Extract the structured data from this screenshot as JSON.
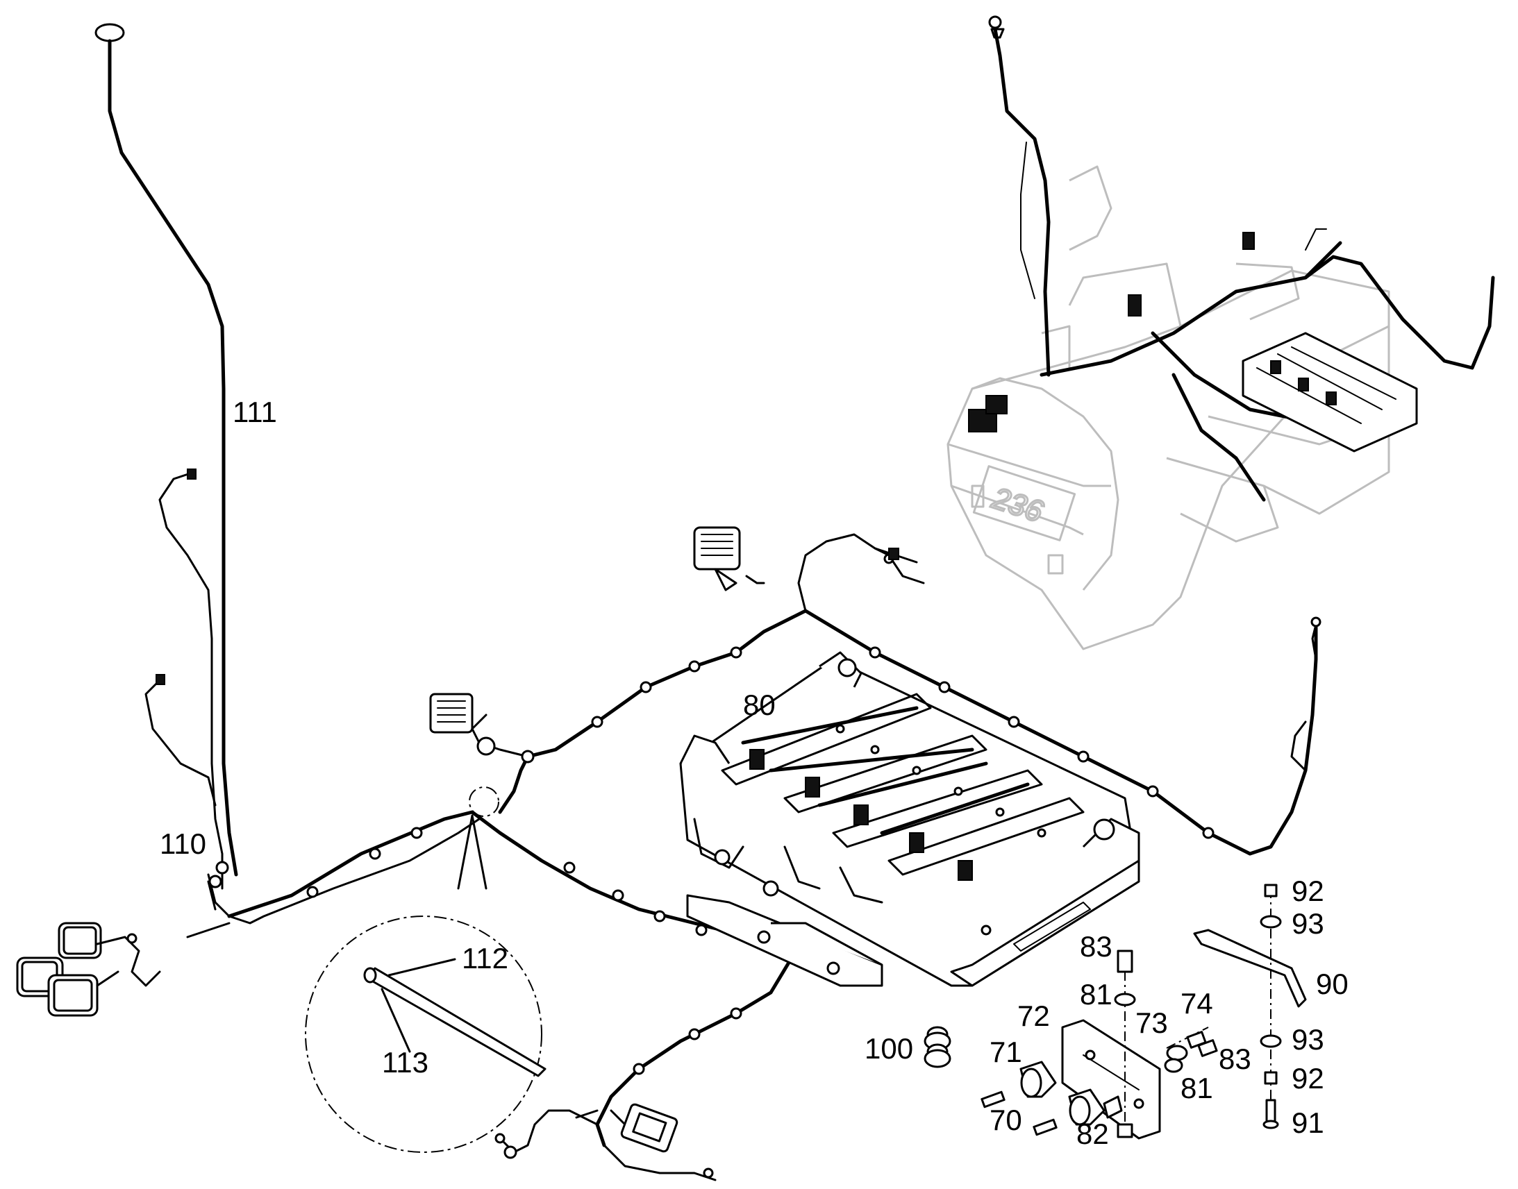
{
  "callouts": [
    {
      "id": "111",
      "text": "111"
    },
    {
      "id": "110",
      "text": "110"
    },
    {
      "id": "80",
      "text": "80"
    },
    {
      "id": "112",
      "text": "112"
    },
    {
      "id": "113",
      "text": "113"
    },
    {
      "id": "100",
      "text": "100"
    },
    {
      "id": "83a",
      "text": "83"
    },
    {
      "id": "81a",
      "text": "81"
    },
    {
      "id": "72",
      "text": "72"
    },
    {
      "id": "71",
      "text": "71"
    },
    {
      "id": "70",
      "text": "70"
    },
    {
      "id": "73",
      "text": "73"
    },
    {
      "id": "74",
      "text": "74"
    },
    {
      "id": "83b",
      "text": "83"
    },
    {
      "id": "81b",
      "text": "81"
    },
    {
      "id": "82",
      "text": "82"
    },
    {
      "id": "92a",
      "text": "92"
    },
    {
      "id": "93a",
      "text": "93"
    },
    {
      "id": "90",
      "text": "90"
    },
    {
      "id": "93b",
      "text": "93"
    },
    {
      "id": "92b",
      "text": "92"
    },
    {
      "id": "91",
      "text": "91"
    }
  ],
  "machine_number": "236"
}
